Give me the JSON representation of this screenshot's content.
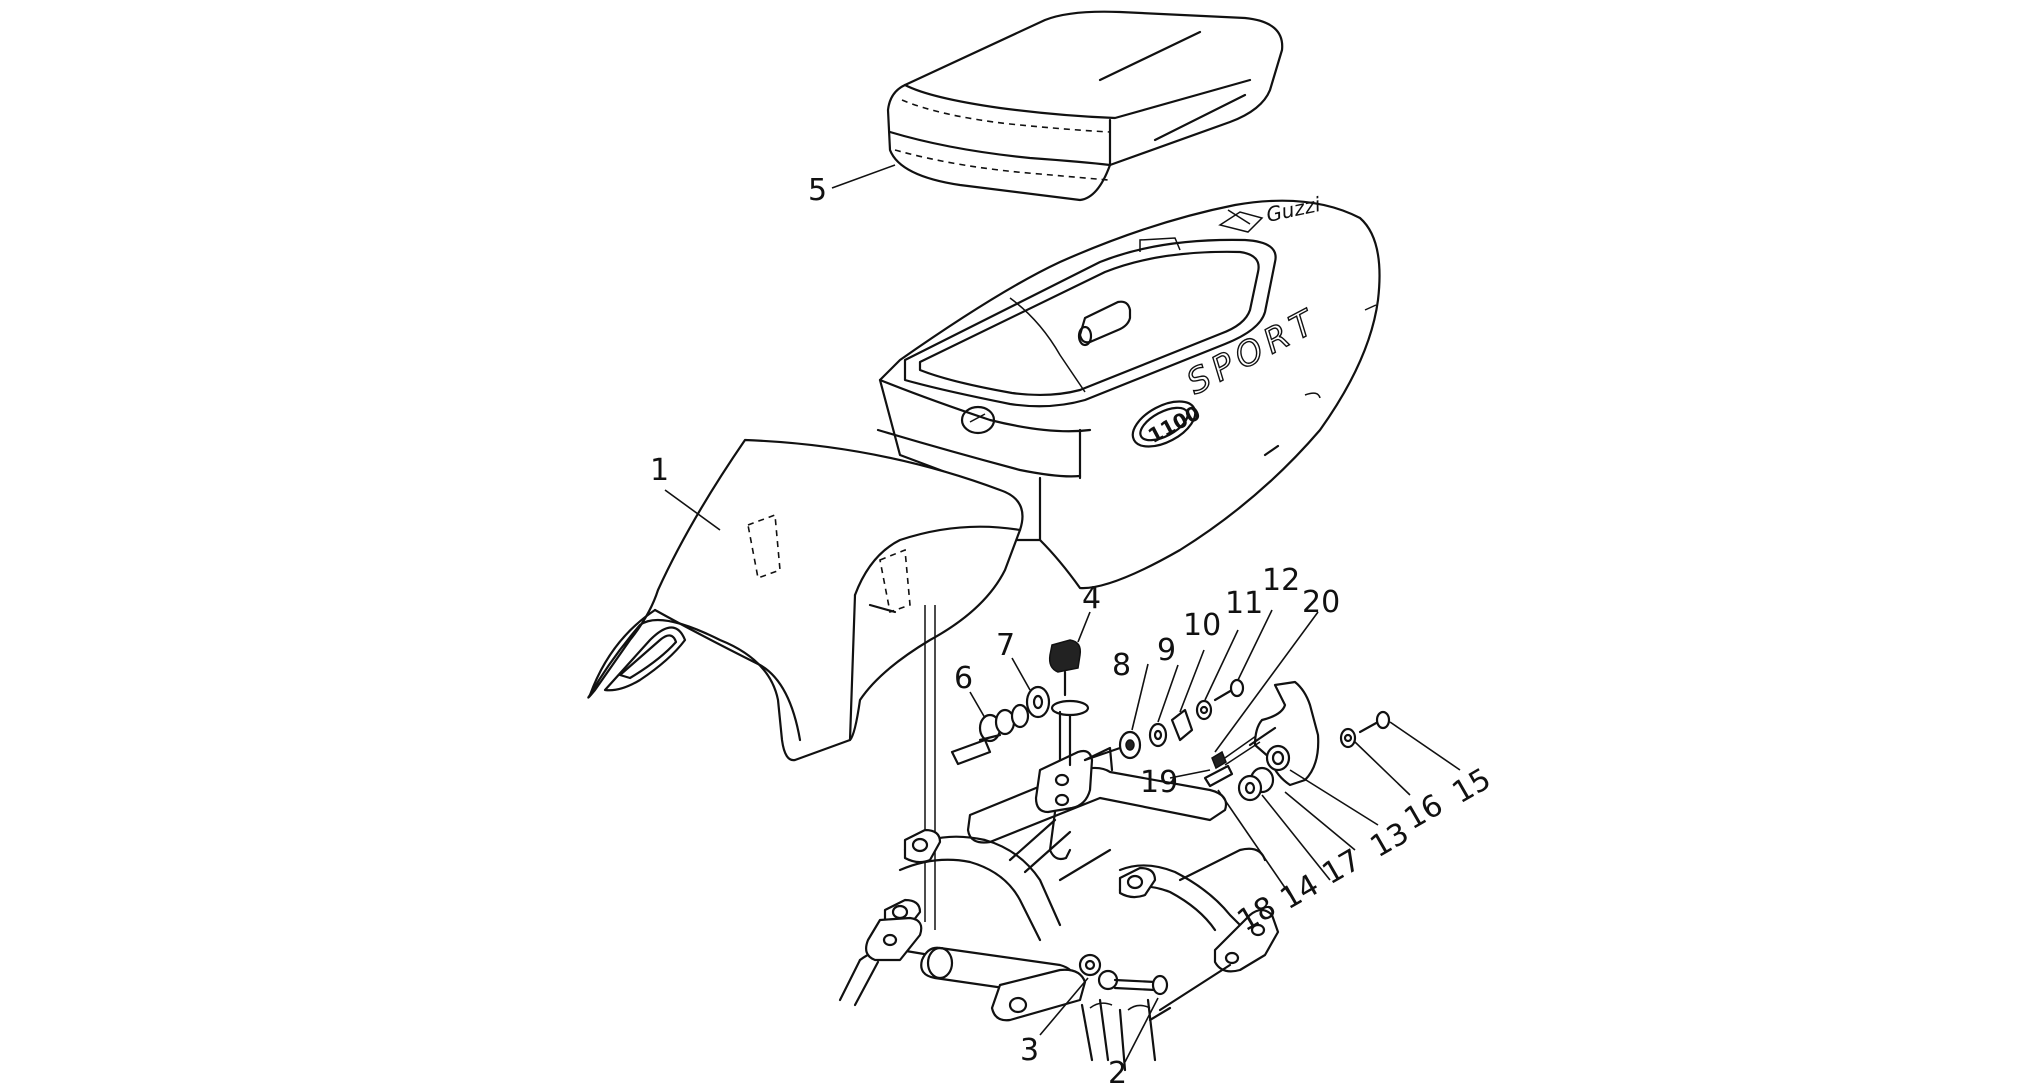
{
  "diagram": {
    "brand_text": "SPORT",
    "badge_text": "1100",
    "logo_text": "Guzzi",
    "callouts": [
      "1",
      "2",
      "3",
      "4",
      "5",
      "6",
      "7",
      "8",
      "9",
      "10",
      "11",
      "12",
      "13",
      "14",
      "15",
      "16",
      "17",
      "18",
      "19",
      "20"
    ]
  }
}
